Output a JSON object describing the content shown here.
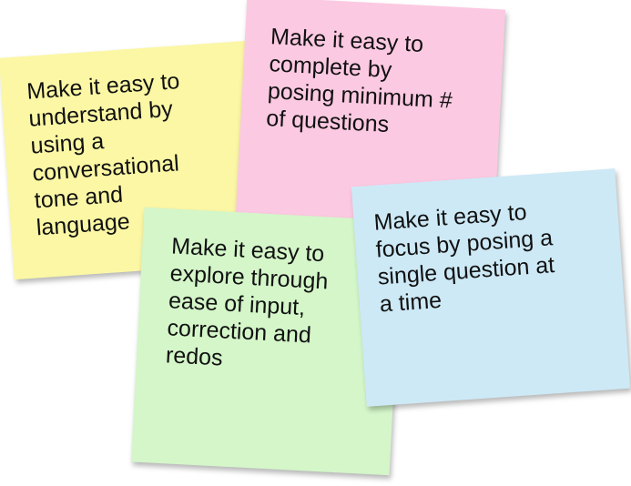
{
  "notes": {
    "yellow": {
      "text": "Make it easy to\nunderstand by\nusing a\nconversational\ntone and\nlanguage",
      "color": "#fbf7a5"
    },
    "pink": {
      "text": "Make it easy to\ncomplete by\nposing minimum #\nof questions",
      "color": "#fcc9e2"
    },
    "green": {
      "text": "Make it easy to\nexplore through\nease of input,\ncorrection and\nredos",
      "color": "#d4f6c9"
    },
    "blue": {
      "text": "Make it easy to\nfocus by posing a\nsingle question at\na time",
      "color": "#cde9f6"
    }
  }
}
